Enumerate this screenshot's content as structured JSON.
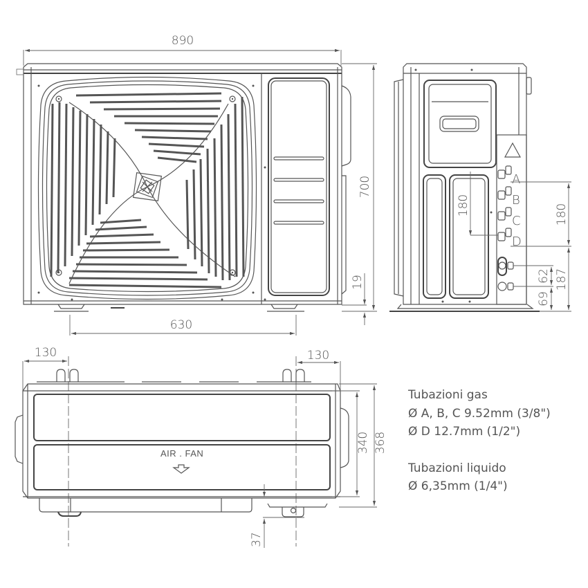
{
  "front_view": {
    "width_label": "890",
    "height_label": "700",
    "foot_spacing_label": "630",
    "foot_height_label": "19"
  },
  "side_view": {
    "port_letters": [
      "A",
      "B",
      "C",
      "D"
    ],
    "port_spacing_inner_label": "180",
    "port_spacing_outer_label": "180",
    "liquid_top_label": "62",
    "liquid_bottom_label": "69",
    "port_base_label": "187",
    "warning_symbol": "warning-triangle-icon"
  },
  "top_view": {
    "left_offset_label": "130",
    "right_offset_label": "130",
    "depth_inner_label": "340",
    "depth_outer_label": "368",
    "foot_depth_label": "37",
    "airflow_label": "AIR . FAN",
    "airflow_arrow": "arrow-down-icon"
  },
  "notes": {
    "gas_title": "Tubazioni gas",
    "gas_abc": "Ø A, B, C 9.52mm (3/8\")",
    "gas_d": "Ø D 12.7mm (1/2\")",
    "liquid_title": "Tubazioni liquido",
    "liquid_size": "Ø 6,35mm (1/4\")"
  },
  "colors": {
    "line": "#555555",
    "text": "#555555",
    "background": "#ffffff"
  }
}
